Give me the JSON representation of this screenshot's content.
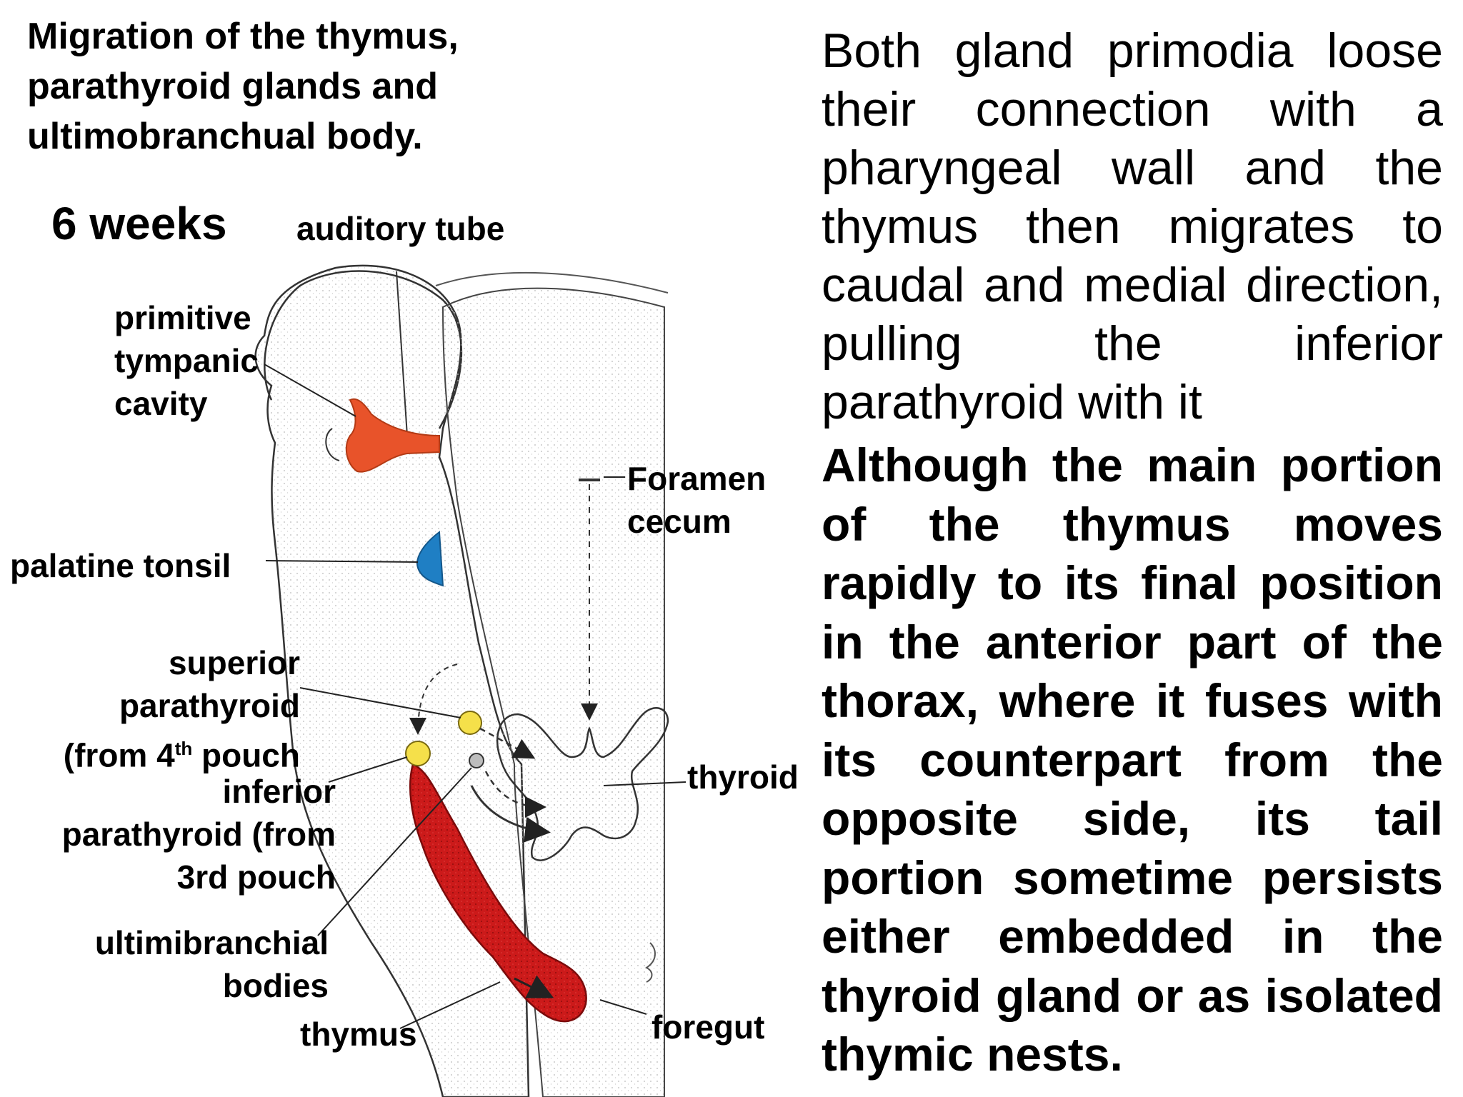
{
  "title": "Migration of the  thymus,\nparathyroid glands and\nultimobranchual body.",
  "age_label": "6 weeks",
  "labels": {
    "auditory_tube": "auditory tube",
    "tympanic_cavity": "primitive\ntympanic\ncavity",
    "palatine_tonsil": "palatine tonsil",
    "superior_parathyroid_a": "superior\nparathyroid\n(from 4",
    "superior_parathyroid_sup": "th",
    "superior_parathyroid_b": " pouch",
    "inferior_parathyroid": "inferior\nparathyroid (from\n3rd pouch",
    "ultimobranchial": "ultimibranchial\nbodies",
    "thymus": "thymus",
    "foramen_cecum": "Foramen\ncecum",
    "thyroid": "thyroid",
    "foregut": "foregut"
  },
  "text": {
    "paragraph_1": "Both gland primodia loose their connection with a pharyngeal wall and the thymus then migrates to caudal and medial direction, pulling the inferior parathyroid with it",
    "paragraph_2": "Although the main portion of the thymus moves rapidly to its final position in the anterior part of the thorax, where it fuses with its counterpart from the opposite side, its tail portion sometime persists either embedded in the thyroid gland or as isolated thymic nests."
  },
  "colors": {
    "tympanic_cavity": "#e8532a",
    "palatine_tonsil": "#1f7fc4",
    "parathyroid": "#f5e04a",
    "thymus": "#cc1a1a"
  }
}
